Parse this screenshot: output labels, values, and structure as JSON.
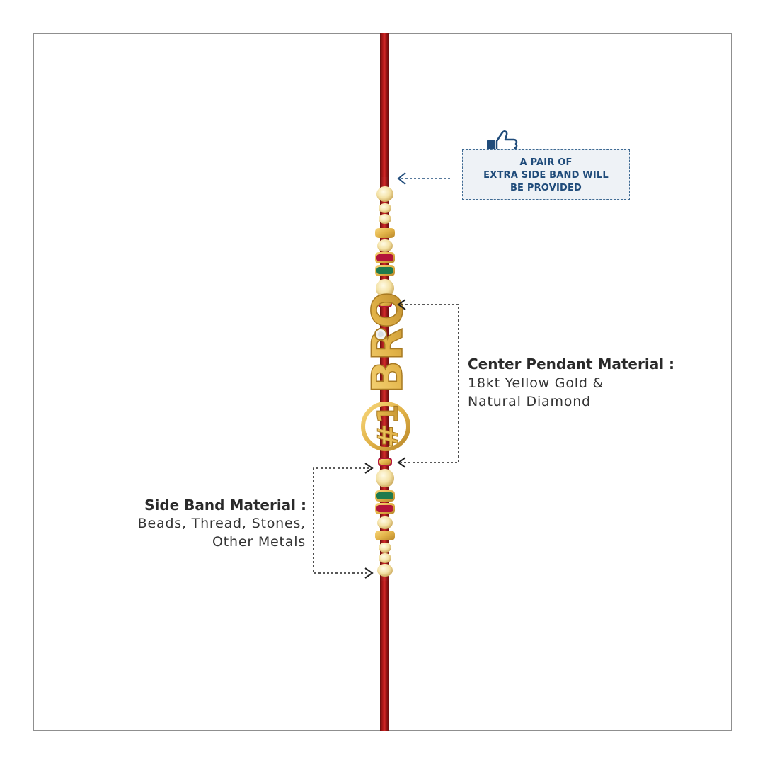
{
  "callout": {
    "line1": "A PAIR OF",
    "line2": "EXTRA SIDE BAND WILL",
    "line3": "BE PROVIDED",
    "icon": "thumbs-up-icon",
    "color": "#1f4b7a"
  },
  "center_pendant": {
    "title": "Center Pendant Material :",
    "line1": "18kt Yellow Gold &",
    "line2": "Natural Diamond"
  },
  "side_band": {
    "title": "Side Band Material :",
    "line1": "Beads, Thread, Stones,",
    "line2": "Other Metals"
  },
  "pendant_text": "#1BRO",
  "colors": {
    "thread": "#c21f1f",
    "gold": "#e0b44c",
    "bead": "#f6e7b2",
    "ruby": "#b3153a",
    "emerald": "#1f7a4d"
  }
}
